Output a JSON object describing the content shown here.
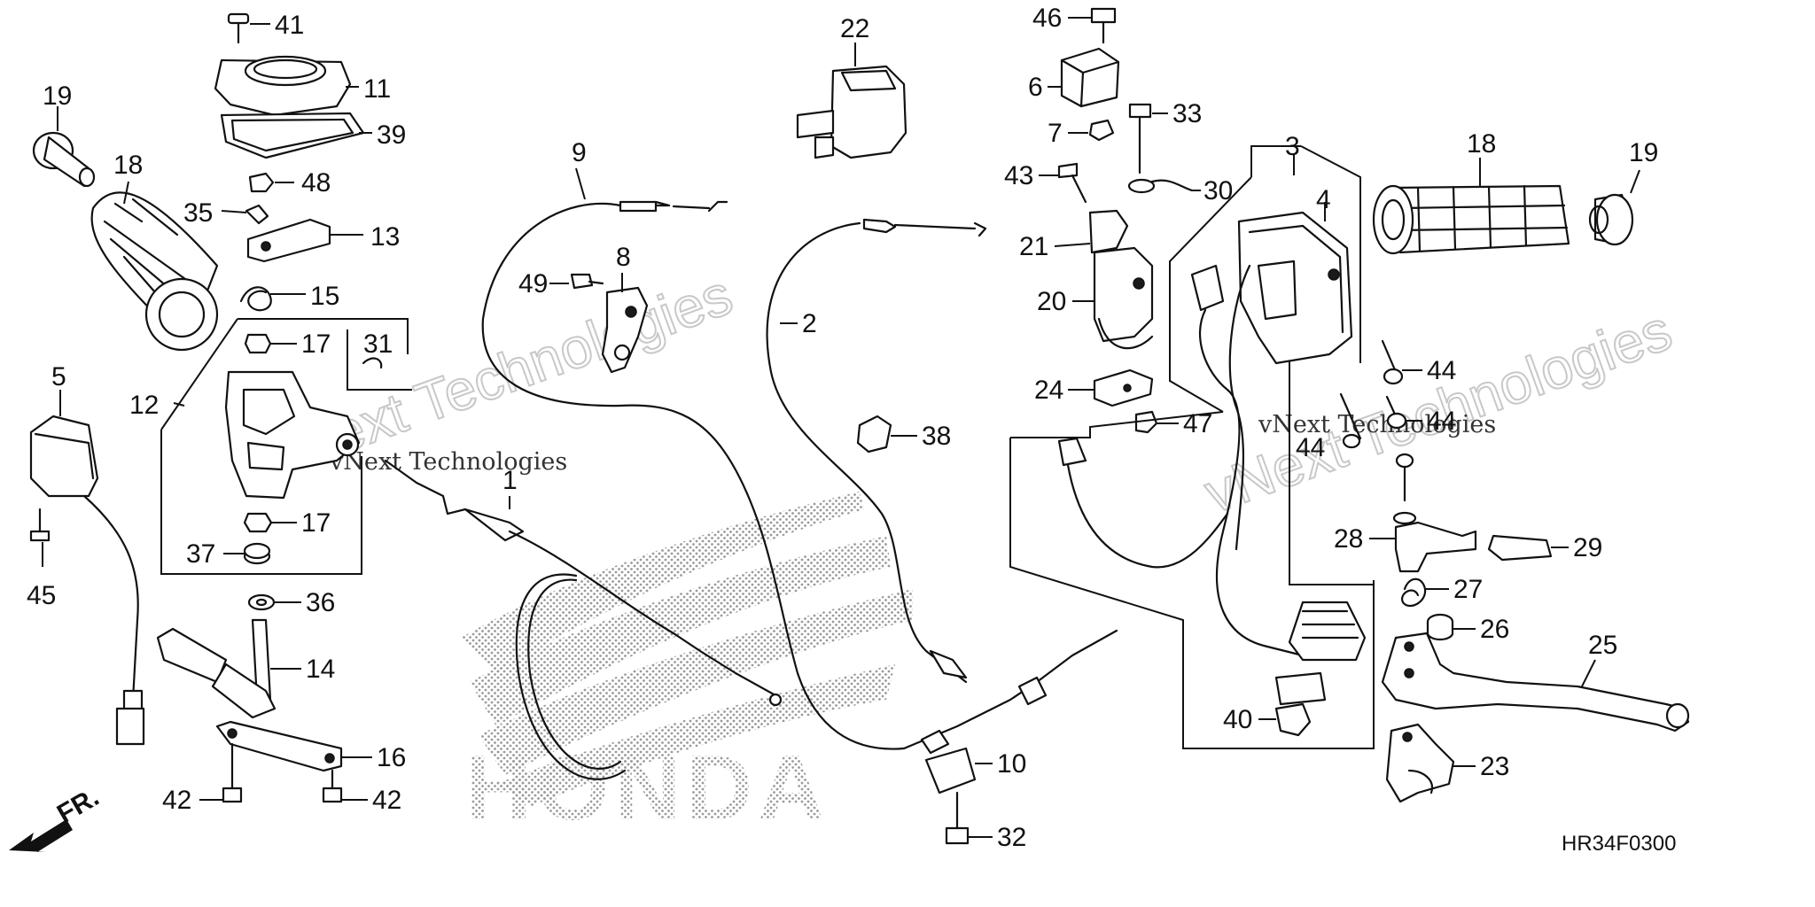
{
  "diagram": {
    "code": "HR34F0300",
    "direction_label": "FR.",
    "brand_text": "HONDA",
    "watermark": {
      "large": "vNext Technologies",
      "small": "vNext Technologies"
    },
    "callouts": {
      "c1": "1",
      "c2": "2",
      "c3": "3",
      "c4": "4",
      "c5": "5",
      "c6": "6",
      "c7": "7",
      "c8": "8",
      "c9": "9",
      "c10": "10",
      "c11": "11",
      "c12": "12",
      "c13": "13",
      "c14": "14",
      "c15": "15",
      "c16": "16",
      "c17a": "17",
      "c17b": "17",
      "c18a": "18",
      "c18b": "18",
      "c19a": "19",
      "c19b": "19",
      "c20": "20",
      "c21": "21",
      "c22": "22",
      "c23": "23",
      "c24": "24",
      "c25": "25",
      "c26": "26",
      "c27": "27",
      "c28": "28",
      "c29": "29",
      "c30": "30",
      "c31": "31",
      "c32": "32",
      "c33": "33",
      "c35": "35",
      "c36": "36",
      "c37": "37",
      "c38": "38",
      "c39": "39",
      "c40": "40",
      "c41": "41",
      "c42a": "42",
      "c42b": "42",
      "c43": "43",
      "c44a": "44",
      "c44b": "44",
      "c44c": "44",
      "c45": "45",
      "c46": "46",
      "c47": "47",
      "c48": "48",
      "c49": "49"
    }
  }
}
